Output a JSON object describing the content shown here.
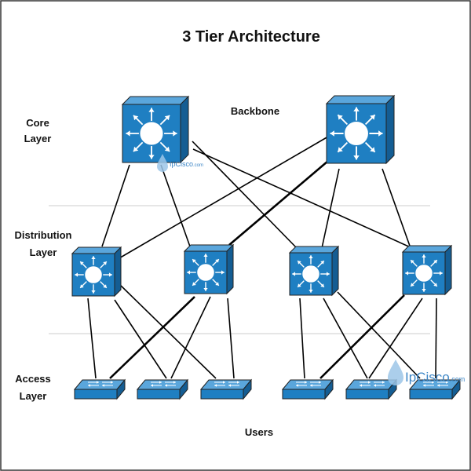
{
  "diagram": {
    "title": "3 Tier Architecture",
    "labels": {
      "core_line1": "Core",
      "core_line2": "Layer",
      "backbone": "Backbone",
      "distribution_line1": "Distribution",
      "distribution_line2": "Layer",
      "access_line1": "Access",
      "access_line2": "Layer",
      "users": "Users"
    },
    "watermark": {
      "text": "IpCisco",
      "suffix": ".com"
    },
    "colors": {
      "device_front": "#1f7fc2",
      "device_side": "#145d93",
      "device_top": "#5aa6dc",
      "border": "#222222"
    },
    "layers": {
      "core": [
        "core-switch-1",
        "core-switch-2"
      ],
      "distribution": [
        "dist-switch-1",
        "dist-switch-2",
        "dist-switch-3",
        "dist-switch-4"
      ],
      "access": [
        "access-switch-1",
        "access-switch-2",
        "access-switch-3",
        "access-switch-4",
        "access-switch-5",
        "access-switch-6"
      ]
    }
  }
}
